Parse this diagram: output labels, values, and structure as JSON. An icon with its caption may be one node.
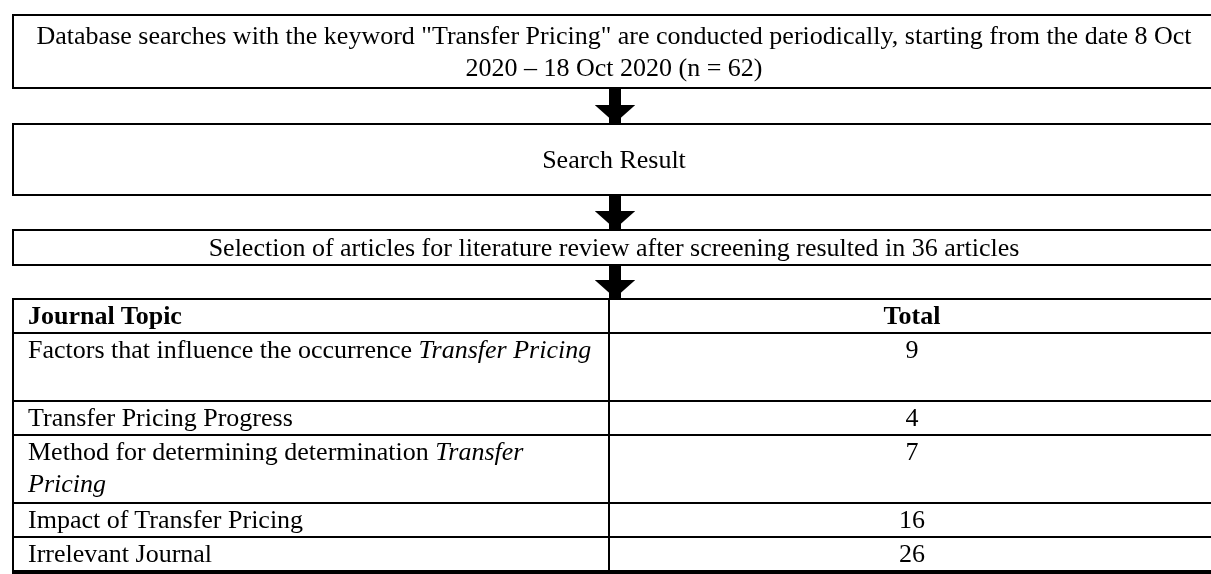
{
  "diagram": {
    "nodes": [
      {
        "text": [
          "Database searches with the keyword \"Transfer Pricing\" are conducted periodically, starting from the date 8 Oct 2020 – 18 Oct 2020 (n = 62)"
        ]
      },
      {
        "text": [
          "Search Result"
        ]
      },
      {
        "text": [
          "Selection of articles for literature review after screening resulted in 36 articles"
        ]
      },
      {
        "text": [],
        "shape": "box"
      }
    ],
    "edges": [
      {
        "from": 0,
        "to": 1,
        "arrow": "to"
      },
      {
        "from": 1,
        "to": 2,
        "arrow": "to"
      },
      {
        "from": 2,
        "to": 3,
        "arrow": "to"
      }
    ],
    "labels": [
      "Journal Topic",
      "Total",
      "Factors that influence the occurrence *Transfer Pricing*",
      "9",
      "Transfer Pricing Progress",
      "4",
      "Method for determining determination *Transfer Pricing*",
      "7",
      "Impact of Transfer Pricing",
      "16",
      "Irrelevant Journal",
      "26"
    ]
  }
}
